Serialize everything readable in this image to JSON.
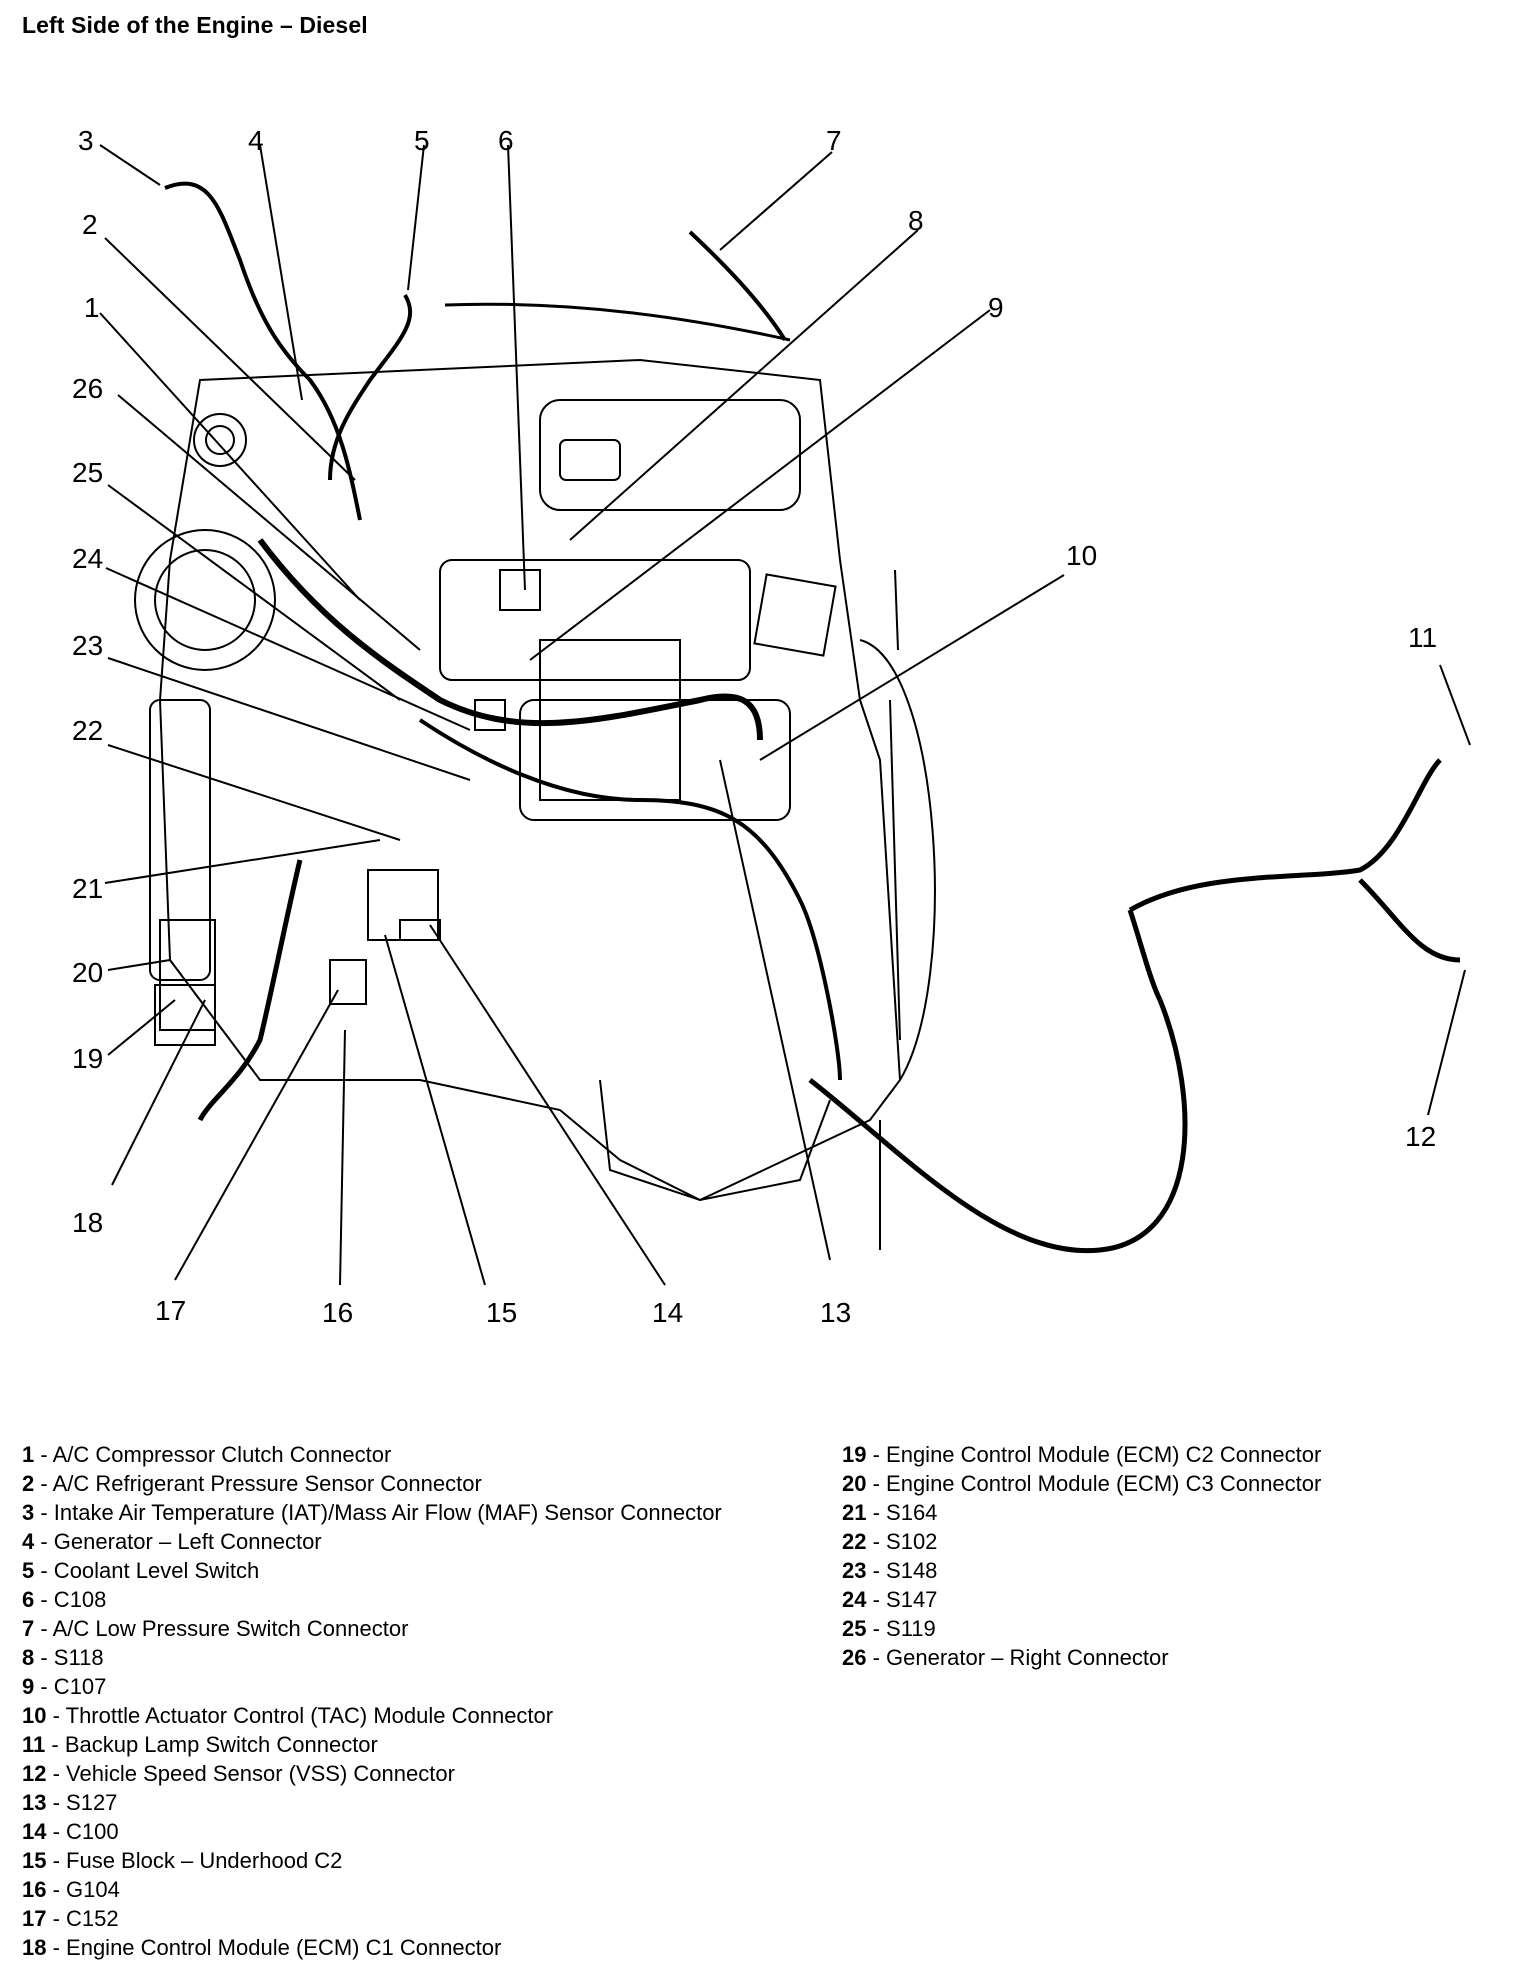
{
  "title": "Left Side of the Engine – Diesel",
  "callouts": {
    "c1": "1",
    "c2": "2",
    "c3": "3",
    "c4": "4",
    "c5": "5",
    "c6": "6",
    "c7": "7",
    "c8": "8",
    "c9": "9",
    "c10": "10",
    "c11": "11",
    "c12": "12",
    "c13": "13",
    "c14": "14",
    "c15": "15",
    "c16": "16",
    "c17": "17",
    "c18": "18",
    "c19": "19",
    "c20": "20",
    "c21": "21",
    "c22": "22",
    "c23": "23",
    "c24": "24",
    "c25": "25",
    "c26": "26"
  },
  "legend": [
    {
      "num": "1",
      "label": " - A/C Compressor Clutch Connector"
    },
    {
      "num": "2",
      "label": " - A/C Refrigerant Pressure Sensor Connector"
    },
    {
      "num": "3",
      "label": " - Intake Air Temperature (IAT)/Mass Air Flow (MAF) Sensor Connector"
    },
    {
      "num": "4",
      "label": " - Generator – Left Connector"
    },
    {
      "num": "5",
      "label": " - Coolant Level Switch"
    },
    {
      "num": "6",
      "label": " - C108"
    },
    {
      "num": "7",
      "label": " - A/C Low Pressure Switch Connector"
    },
    {
      "num": "8",
      "label": " - S118"
    },
    {
      "num": "9",
      "label": " - C107"
    },
    {
      "num": "10",
      "label": " - Throttle Actuator Control (TAC) Module Connector"
    },
    {
      "num": "11",
      "label": " - Backup Lamp Switch Connector"
    },
    {
      "num": "12",
      "label": " - Vehicle Speed Sensor (VSS) Connector"
    },
    {
      "num": "13",
      "label": " - S127"
    },
    {
      "num": "14",
      "label": " - C100"
    },
    {
      "num": "15",
      "label": " - Fuse Block – Underhood C2"
    },
    {
      "num": "16",
      "label": " - G104"
    },
    {
      "num": "17",
      "label": " - C152"
    },
    {
      "num": "18",
      "label": " - Engine Control Module (ECM) C1 Connector"
    },
    {
      "num": "19",
      "label": " - Engine Control Module (ECM) C2 Connector"
    },
    {
      "num": "20",
      "label": " - Engine Control Module (ECM) C3 Connector"
    },
    {
      "num": "21",
      "label": " - S164"
    },
    {
      "num": "22",
      "label": " - S102"
    },
    {
      "num": "23",
      "label": " - S148"
    },
    {
      "num": "24",
      "label": " - S147"
    },
    {
      "num": "25",
      "label": " - S119"
    },
    {
      "num": "26",
      "label": " - Generator – Right Connector"
    }
  ]
}
